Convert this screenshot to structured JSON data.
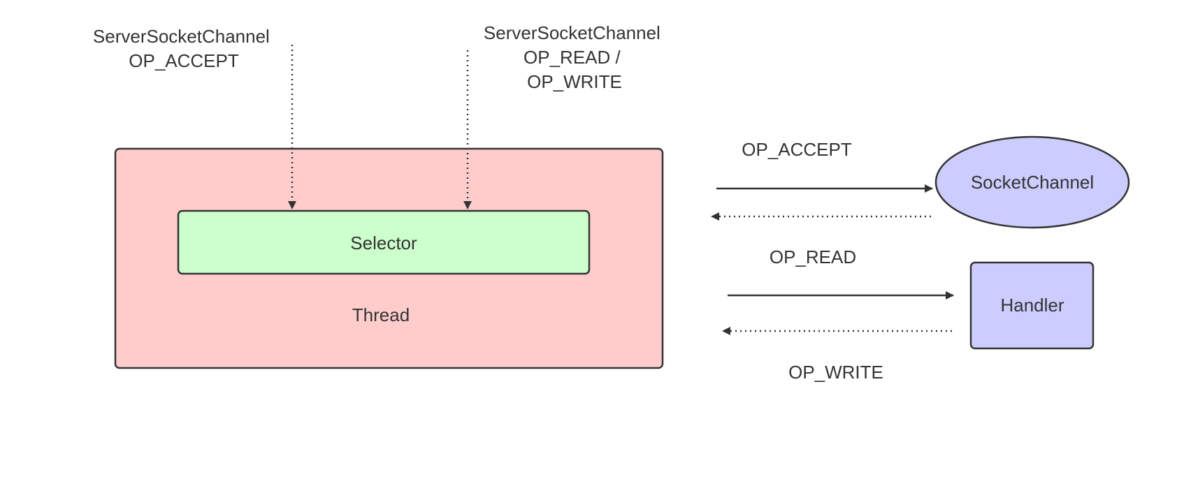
{
  "diagram": {
    "top_left_label": {
      "line1": "ServerSocketChannel",
      "line2": "OP_ACCEPT"
    },
    "top_right_label": {
      "line1": "ServerSocketChannel",
      "line2": "OP_READ /",
      "line3": "OP_WRITE"
    },
    "thread_box": {
      "label": "Thread",
      "fill": "#ffcccc"
    },
    "selector_box": {
      "label": "Selector",
      "fill": "#ccffcc"
    },
    "socket_channel": {
      "label": "SocketChannel",
      "fill": "#ccccff"
    },
    "handler": {
      "label": "Handler",
      "fill": "#ccccff"
    },
    "edge_labels": {
      "op_accept": "OP_ACCEPT",
      "op_read": "OP_READ",
      "op_write": "OP_WRITE"
    }
  }
}
